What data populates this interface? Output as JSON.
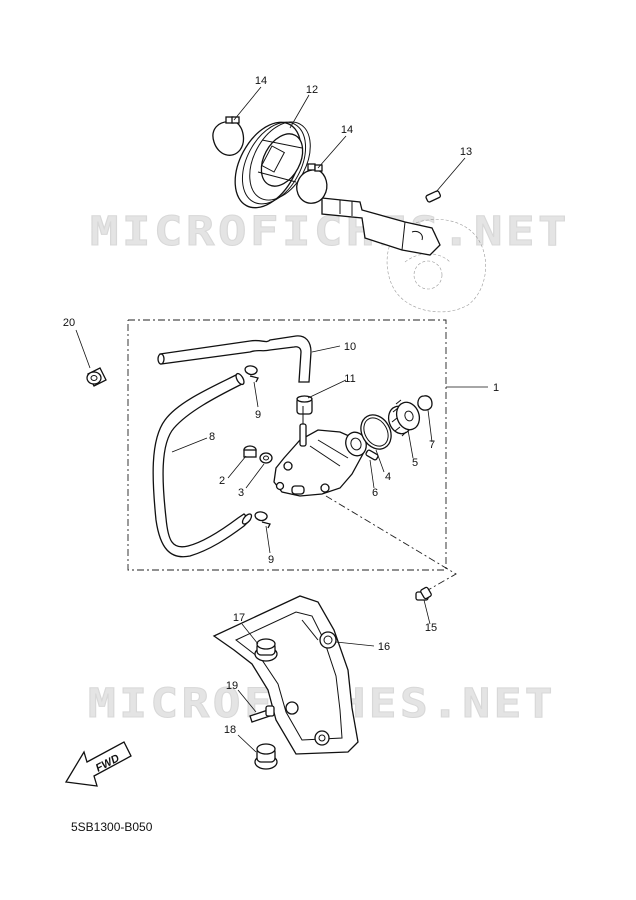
{
  "watermark": {
    "top": "MICROFICHES.NET",
    "bottom": "MICROFICHES.NET"
  },
  "parts": {
    "p1": "1",
    "p2": "2",
    "p3": "3",
    "p4": "4",
    "p5": "5",
    "p6": "6",
    "p7": "7",
    "p8": "8",
    "p9a": "9",
    "p9b": "9",
    "p10": "10",
    "p11": "11",
    "p12": "12",
    "p13": "13",
    "p14a": "14",
    "p14b": "14",
    "p15": "15",
    "p16": "16",
    "p17": "17",
    "p18": "18",
    "p19": "19",
    "p20": "20"
  },
  "fwd_label": "FWD",
  "diagram_code": "5SB1300-B050"
}
